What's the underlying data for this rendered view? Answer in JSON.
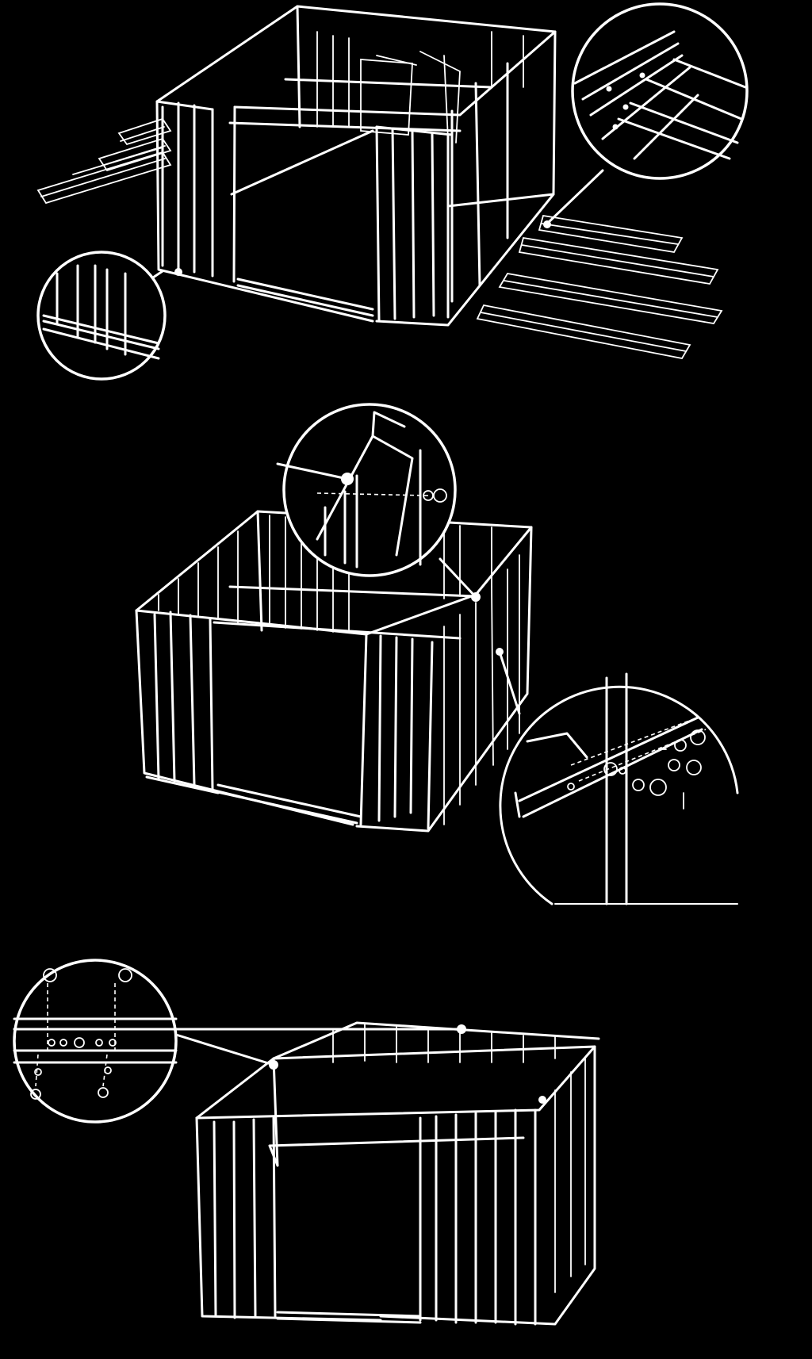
{
  "figure": {
    "background": "#000000",
    "line_color": "#ffffff",
    "steps": [
      {
        "id": "step-1",
        "detail_callouts": 2
      },
      {
        "id": "step-2",
        "detail_callouts": 2
      },
      {
        "id": "step-3",
        "detail_callouts": 1
      }
    ]
  }
}
